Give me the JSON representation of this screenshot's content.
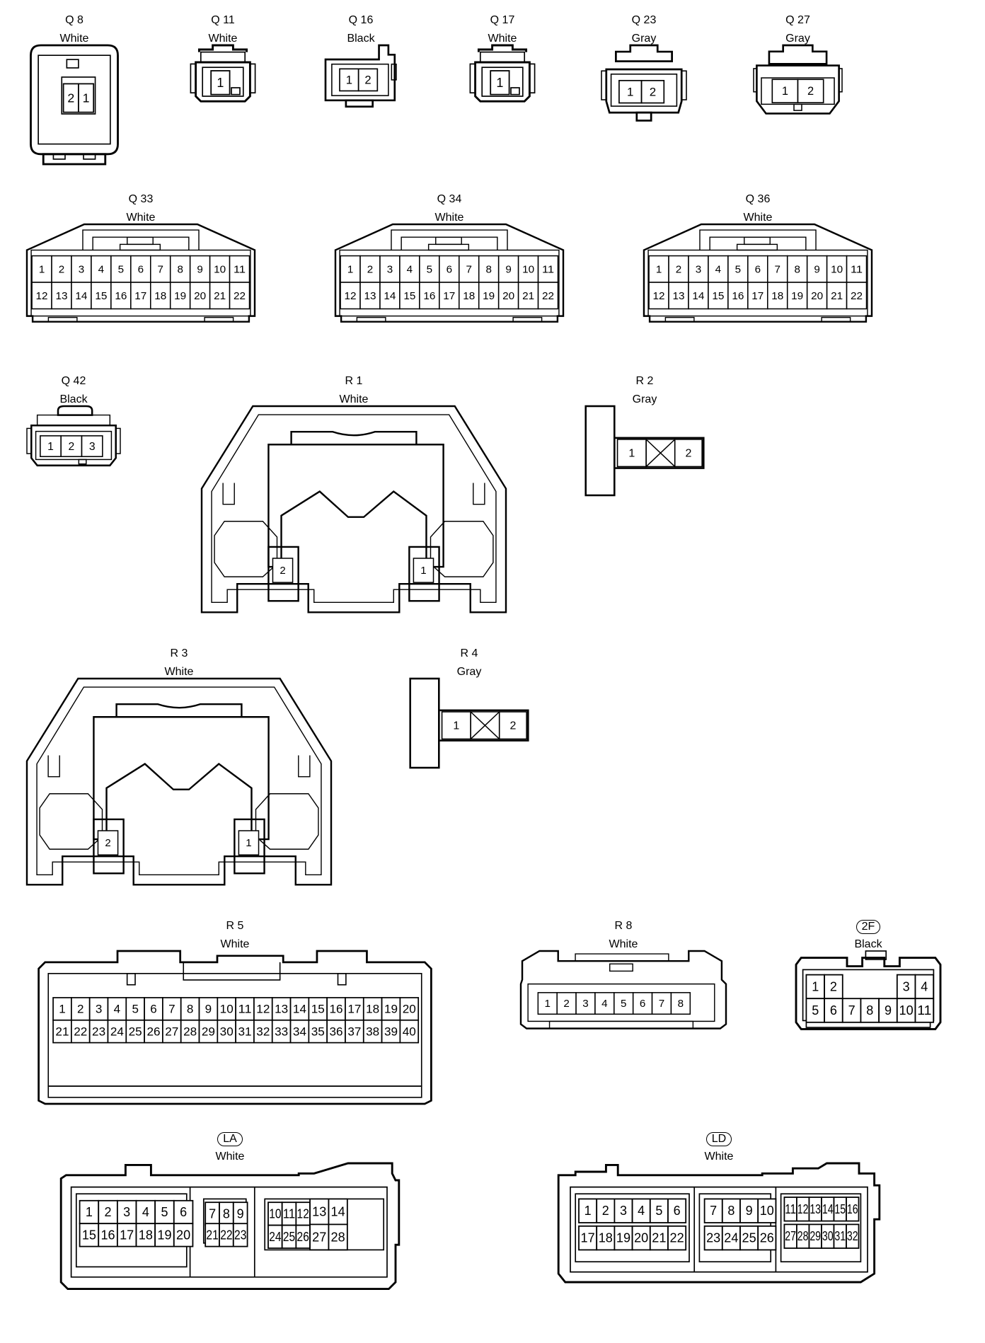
{
  "connectors": [
    {
      "id": "Q 8",
      "color": "White",
      "kind": "q8",
      "pins": [
        "2",
        "1"
      ]
    },
    {
      "id": "Q 11",
      "color": "White",
      "kind": "small1",
      "pins": [
        "1"
      ]
    },
    {
      "id": "Q 16",
      "color": "Black",
      "kind": "q16",
      "pins": [
        "1",
        "2"
      ]
    },
    {
      "id": "Q 17",
      "color": "White",
      "kind": "small1",
      "pins": [
        "1"
      ]
    },
    {
      "id": "Q 23",
      "color": "Gray",
      "kind": "q23",
      "pins": [
        "1",
        "2"
      ]
    },
    {
      "id": "Q 27",
      "color": "Gray",
      "kind": "q27",
      "pins": [
        "1",
        "2"
      ]
    },
    {
      "id": "Q 33",
      "color": "White",
      "kind": "q22",
      "pins": [
        "1",
        "2",
        "3",
        "4",
        "5",
        "6",
        "7",
        "8",
        "9",
        "10",
        "11",
        "12",
        "13",
        "14",
        "15",
        "16",
        "17",
        "18",
        "19",
        "20",
        "21",
        "22"
      ]
    },
    {
      "id": "Q 34",
      "color": "White",
      "kind": "q22",
      "pins": [
        "1",
        "2",
        "3",
        "4",
        "5",
        "6",
        "7",
        "8",
        "9",
        "10",
        "11",
        "12",
        "13",
        "14",
        "15",
        "16",
        "17",
        "18",
        "19",
        "20",
        "21",
        "22"
      ]
    },
    {
      "id": "Q 36",
      "color": "White",
      "kind": "q22",
      "pins": [
        "1",
        "2",
        "3",
        "4",
        "5",
        "6",
        "7",
        "8",
        "9",
        "10",
        "11",
        "12",
        "13",
        "14",
        "15",
        "16",
        "17",
        "18",
        "19",
        "20",
        "21",
        "22"
      ]
    },
    {
      "id": "Q 42",
      "color": "Black",
      "kind": "q42",
      "pins": [
        "1",
        "2",
        "3"
      ]
    },
    {
      "id": "R 1",
      "color": "White",
      "kind": "big2",
      "pins": [
        "2",
        "1"
      ]
    },
    {
      "id": "R 2",
      "color": "Gray",
      "kind": "tee",
      "pins": [
        "1",
        "2"
      ]
    },
    {
      "id": "R 3",
      "color": "White",
      "kind": "big2",
      "pins": [
        "2",
        "1"
      ]
    },
    {
      "id": "R 4",
      "color": "Gray",
      "kind": "tee",
      "pins": [
        "1",
        "2"
      ]
    },
    {
      "id": "R 5",
      "color": "White",
      "kind": "r5",
      "pins": [
        "1",
        "2",
        "3",
        "4",
        "5",
        "6",
        "7",
        "8",
        "9",
        "10",
        "11",
        "12",
        "13",
        "14",
        "15",
        "16",
        "17",
        "18",
        "19",
        "20",
        "21",
        "22",
        "23",
        "24",
        "25",
        "26",
        "27",
        "28",
        "29",
        "30",
        "31",
        "32",
        "33",
        "34",
        "35",
        "36",
        "37",
        "38",
        "39",
        "40"
      ]
    },
    {
      "id": "R 8",
      "color": "White",
      "kind": "r8",
      "pins": [
        "1",
        "2",
        "3",
        "4",
        "5",
        "6",
        "7",
        "8"
      ]
    },
    {
      "id": "2F",
      "color": "Black",
      "kind": "c2f",
      "badge": true,
      "pins": [
        "1",
        "2",
        "3",
        "4",
        "5",
        "6",
        "7",
        "8",
        "9",
        "10",
        "11"
      ]
    },
    {
      "id": "LA",
      "color": "White",
      "kind": "la",
      "badge": true,
      "pins": [
        "1",
        "2",
        "3",
        "4",
        "5",
        "6",
        "15",
        "16",
        "17",
        "18",
        "19",
        "20",
        "7",
        "8",
        "9",
        "21",
        "22",
        "23",
        "10",
        "11",
        "12",
        "13",
        "14",
        "24",
        "25",
        "26",
        "27",
        "28"
      ]
    },
    {
      "id": "LD",
      "color": "White",
      "kind": "ld",
      "badge": true,
      "pins": [
        "1",
        "2",
        "3",
        "4",
        "5",
        "6",
        "17",
        "18",
        "19",
        "20",
        "21",
        "22",
        "7",
        "8",
        "9",
        "10",
        "23",
        "24",
        "25",
        "26",
        "11",
        "12",
        "13",
        "14",
        "15",
        "16",
        "27",
        "28",
        "29",
        "30",
        "31",
        "32"
      ]
    }
  ]
}
